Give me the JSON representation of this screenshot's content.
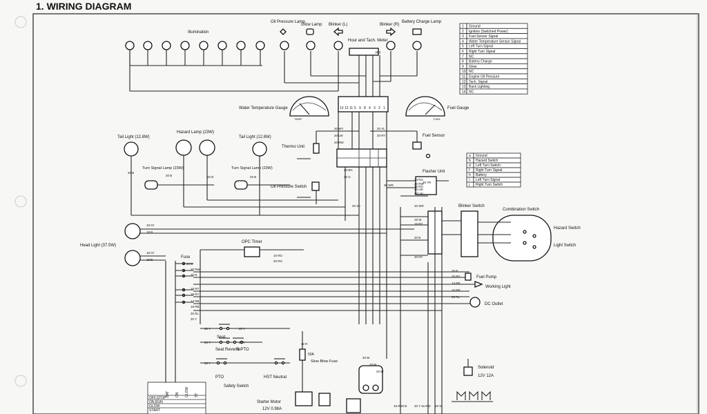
{
  "title": "1. WIRING DIAGRAM",
  "labels": {
    "illumination": "Illumination",
    "oil_pressure_lamp": "Oil Pressure Lamp",
    "glow_lamp": "Glow Lamp",
    "blinker_l": "Blinker (L)",
    "hour_meter": "Hour and Tach. Meter",
    "hour_meter_hr": "HR",
    "blinker_r": "Blinker (R)",
    "battery_charge_lamp": "Battery Charge Lamp",
    "water_temp_gauge": "Water Temperature Gauge",
    "temp": "TEMP",
    "fuel_gauge": "Fuel Gauge",
    "fuel": "FUEL",
    "tail_light_l": "Tail Light (12.8W)",
    "hazard_lamp": "Hazard Lamp (23W)",
    "tail_light_r": "Tail Light (12.8W)",
    "turn_signal_lamp_l": "Turn Signal Lamp (23W)",
    "turn_signal_lamp_r": "Turn Signal Lamp (23W)",
    "thermo_unit": "Thermo Unit",
    "oil_pressure_switch": "Oil Pressure Switch",
    "fuel_sensor": "Fuel Sensor",
    "flasher_unit": "Flasher Unit",
    "blinker_switch": "Blinker Switch",
    "combination_switch": "Combination Switch",
    "hazard_switch": "Hazard Switch",
    "light_switch": "Light Switch",
    "head_light": "Head Light (37.5W)",
    "opc_timer": "OPC Timer",
    "fuse": "Fuse",
    "fuel_pump": "Fuel Pump",
    "working_light": "Working Light",
    "dc_outlet": "DC Outlet",
    "seat": "Seat",
    "seat_reverse": "Seat Reverse",
    "r_pto": "R-PTO",
    "pto": "PTO",
    "hst_neutral": "HST Neutral",
    "safety_switch": "Safety Switch",
    "slow_blow_fuse": "Slow Blow Fuse",
    "fuse_50a": "50A",
    "solenoid": "Solenoid",
    "solenoid_rating": "12V 12A",
    "starter_motor": "Starter Motor",
    "starter_rating": "12V 0.98A"
  },
  "connector_legend": [
    {
      "n": "1",
      "text": "Ground"
    },
    {
      "n": "2",
      "text": "Ignition (Switched Power)"
    },
    {
      "n": "3",
      "text": "Fuel Sensor Signal"
    },
    {
      "n": "4",
      "text": "Water Temperature Sensor Signal"
    },
    {
      "n": "5",
      "text": "Left Turn Signal"
    },
    {
      "n": "6",
      "text": "Right Turn Signal"
    },
    {
      "n": "7",
      "text": "NC"
    },
    {
      "n": "8",
      "text": "Battery Charge"
    },
    {
      "n": "9",
      "text": "Glow"
    },
    {
      "n": "10",
      "text": "NC"
    },
    {
      "n": "11",
      "text": "Engine Oil Pressure"
    },
    {
      "n": "12",
      "text": "Tach. Signal"
    },
    {
      "n": "13",
      "text": "Back Lighting"
    },
    {
      "n": "14",
      "text": "NC"
    }
  ],
  "flasher_legend": [
    {
      "n": "a",
      "text": "Ground"
    },
    {
      "n": "b",
      "text": "Hazard Switch"
    },
    {
      "n": "d",
      "text": "Left Turn Switch"
    },
    {
      "n": "f",
      "text": "Right Turn Signal"
    },
    {
      "n": "h",
      "text": "Battery"
    },
    {
      "n": "i",
      "text": "Left Turn Signal"
    },
    {
      "n": "j",
      "text": "Right Turn Switch"
    }
  ],
  "meter_pins": [
    "13",
    "12",
    "11",
    "5",
    "9",
    "8",
    "4",
    "3",
    "2",
    "1"
  ],
  "ignition_table": {
    "headers": [
      "BAT",
      "ON",
      "GLOW",
      "ST"
    ],
    "rows": [
      "OFF,STOP",
      "ON,RUN",
      "GLOW",
      "START"
    ]
  },
  "wire_labels": [
    "20 WY",
    "20 LW",
    "20 RW",
    "20 YL",
    "20 RY",
    "20 BG",
    "20 G",
    "20 RG",
    "16 RG",
    "20 YR",
    "20 LW",
    "20 RW",
    "20 LW",
    "20 WR",
    "18 W",
    "16 RY",
    "20 B",
    "20 RY",
    "16 RG",
    "20 RG",
    "20 B",
    "20 RW",
    "20 R",
    "16 RY",
    "18 RY",
    "14 RB",
    "18 RB",
    "20 RL",
    "20 Y",
    "20 Y",
    "20 Y",
    "20 Y",
    "20 Y",
    "20 Y",
    "18 Or",
    "18 B",
    "18 Or",
    "18 B",
    "20 B",
    "20 RY",
    "14 RB",
    "16 RB",
    "20 RL",
    "20 B",
    "20 B",
    "20 B",
    "20 B",
    "20 Br",
    "20 Br",
    "20 Br",
    "20 Sb",
    "20 WR",
    "12 R",
    "16 R",
    "20 B",
    "20 Y",
    "16 RW",
    "20 W",
    "16 Y"
  ]
}
